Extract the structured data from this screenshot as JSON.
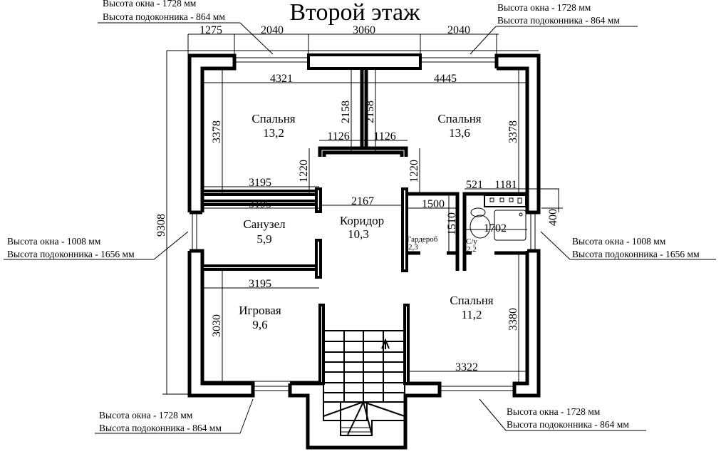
{
  "title": "Второй этаж",
  "notes": {
    "top_left": {
      "line1": "Высота окна - 1728 мм",
      "line2": "Высота подоконника - 864 мм"
    },
    "top_right": {
      "line1": "Высота окна - 1728 мм",
      "line2": "Высота подоконника - 864 мм"
    },
    "mid_left": {
      "line1": "Высота окна - 1008 мм",
      "line2": "Высота подоконника - 1656 мм"
    },
    "mid_right": {
      "line1": "Высота окна - 1008 мм",
      "line2": "Высота подоконника - 1656 мм"
    },
    "bottom_left": {
      "line1": "Высота окна - 1728 мм",
      "line2": "Высота подоконника - 864 мм"
    },
    "bottom_right": {
      "line1": "Высота окна - 1728 мм",
      "line2": "Высота подоконника - 864 мм"
    }
  },
  "rooms": {
    "bedroom_nw": {
      "name": "Спальня",
      "area": "13,2"
    },
    "bedroom_ne": {
      "name": "Спальня",
      "area": "13,6"
    },
    "bathroom": {
      "name": "Санузел",
      "area": "5,9"
    },
    "corridor": {
      "name": "Коридор",
      "area": "10,3"
    },
    "wardrobe": {
      "name": "Гардероб",
      "area": "2,3"
    },
    "wc": {
      "name": "С/у",
      "area": "2,2"
    },
    "playroom": {
      "name": "Игровая",
      "area": "9,6"
    },
    "bedroom_se": {
      "name": "Спальня",
      "area": "11,2"
    }
  },
  "dimensions": {
    "top_1": "1275",
    "top_2": "2040",
    "top_3": "3060",
    "top_4": "2040",
    "overall_height": "9308",
    "nw_width": "4321",
    "ne_width": "4445",
    "nw_height": "3378",
    "ne_height": "3378",
    "closet_depth_left": "2158",
    "closet_depth_right": "2158",
    "closet_width_left": "1126",
    "closet_width_right": "1126",
    "niche_left": "1220",
    "niche_right": "1220",
    "bath_top_1": "3195",
    "bath_top_2": "3195",
    "corridor_width": "2167",
    "wardrobe_width": "1500",
    "wardrobe_height": "1510",
    "wc_1": "521",
    "wc_2": "1181",
    "wc_3": "1702",
    "window_right": "400",
    "play_width": "3195",
    "play_height": "3030",
    "se_height": "3380",
    "se_width": "3322"
  }
}
